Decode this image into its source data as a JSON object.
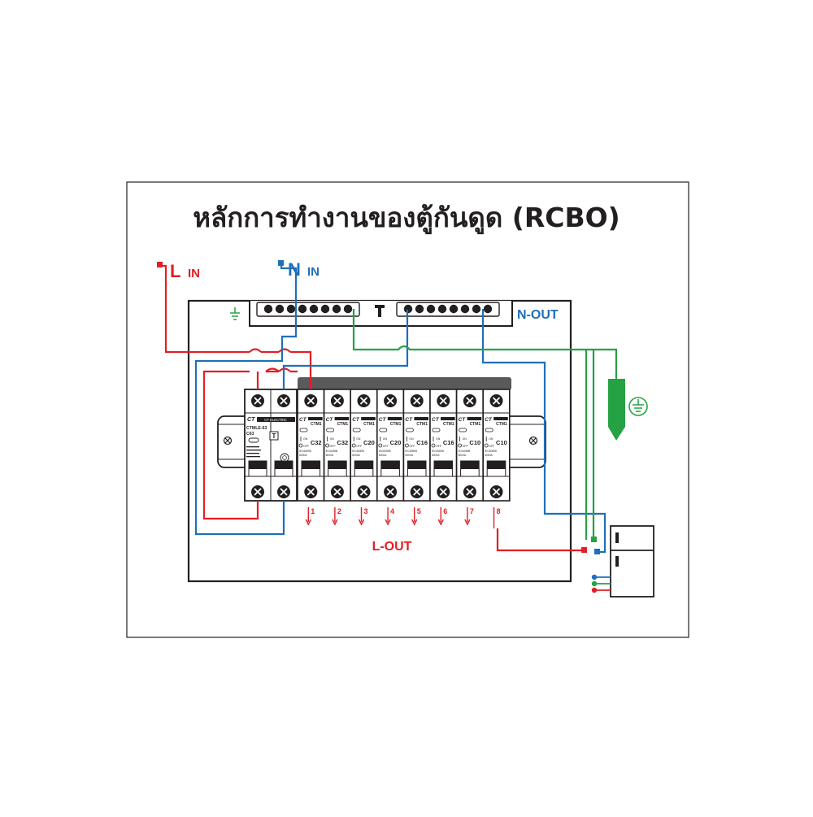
{
  "title": "หลักการทำงานของตู้กันดูด (RCBO)",
  "labels": {
    "l_in_main": "L",
    "l_in_sub": "IN",
    "n_in_main": "N",
    "n_in_sub": "IN",
    "n_out": "N-OUT",
    "l_out": "L-OUT"
  },
  "main_breaker": {
    "brand": "CT",
    "brand_sub": "CT ELECTRIC",
    "model": "CTMLE-63",
    "rating": "C63",
    "test_label": "T"
  },
  "rcbo_breakers": [
    {
      "brand": "CT",
      "model": "CTM1",
      "rating": "C32",
      "output": "1"
    },
    {
      "brand": "CT",
      "model": "CTM1",
      "rating": "C32",
      "output": "2"
    },
    {
      "brand": "CT",
      "model": "CTM1",
      "rating": "C20",
      "output": "3"
    },
    {
      "brand": "CT",
      "model": "CTM1",
      "rating": "C20",
      "output": "4"
    },
    {
      "brand": "CT",
      "model": "CTM1",
      "rating": "C16",
      "output": "5"
    },
    {
      "brand": "CT",
      "model": "CTM1",
      "rating": "C16",
      "output": "6"
    },
    {
      "brand": "CT",
      "model": "CTM1",
      "rating": "C10",
      "output": "7"
    },
    {
      "brand": "CT",
      "model": "CTM1",
      "rating": "C10",
      "output": "8"
    }
  ],
  "breaker_small_text": {
    "on": "ON",
    "off": "OFF",
    "standard": "IEC60898",
    "capacity": "6000A"
  },
  "colors": {
    "live": "#e31e24",
    "neutral": "#1f6fb8",
    "earth": "#25a244",
    "outline": "#231f20",
    "breaker_header": "#5a5a5c"
  },
  "icons": {
    "earth_symbol": "earth-ground-icon",
    "earth_rod": "earth-rod-icon",
    "appliance": "refrigerator-icon"
  }
}
